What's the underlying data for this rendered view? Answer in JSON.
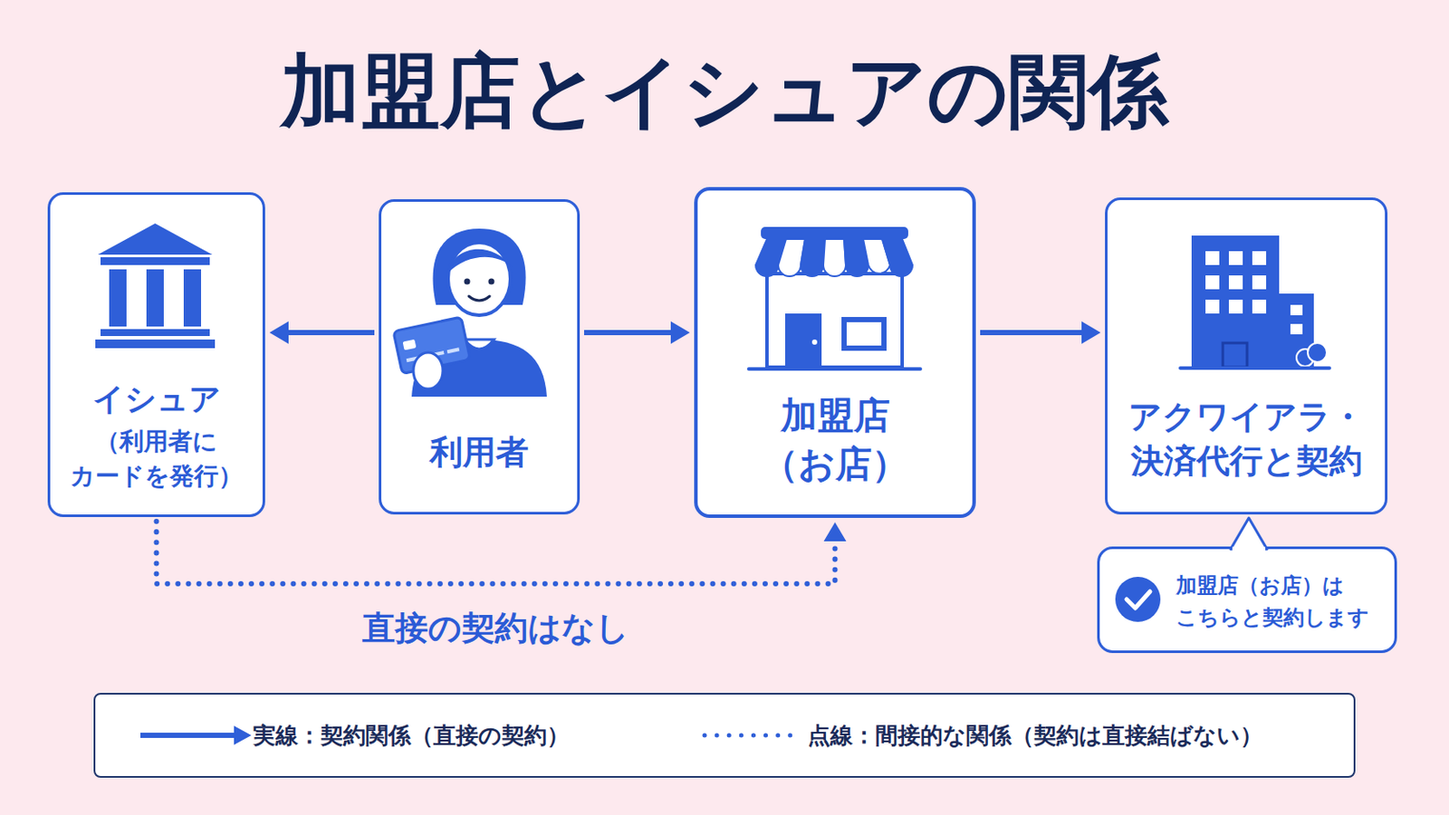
{
  "diagram": {
    "title": "加盟店とイシュアの関係",
    "nodes": [
      {
        "text": [
          "イシュア",
          "（利用者に カードを発行）"
        ]
      },
      {
        "text": [
          "利用者"
        ]
      },
      {
        "text": [
          "加盟店",
          "（お店）"
        ]
      },
      {
        "text": [
          "アクワイアラ・ 決済代行と契約"
        ]
      },
      {
        "text": [
          "加盟店（お店）は こちらと契約します"
        ]
      }
    ],
    "edges": [
      {
        "from": 1,
        "to": 0,
        "arrow": "to"
      },
      {
        "from": 1,
        "to": 2,
        "arrow": "to"
      },
      {
        "from": 2,
        "to": 3,
        "arrow": "to"
      },
      {
        "from": 0,
        "to": 2,
        "arrow": "to",
        "label": "直接の契約はなし"
      }
    ],
    "legend": [
      {
        "text": "実線：契約関係（直接の契約）"
      },
      {
        "text": "点線：間接的な関係（契約は直接結ばない）"
      }
    ]
  }
}
